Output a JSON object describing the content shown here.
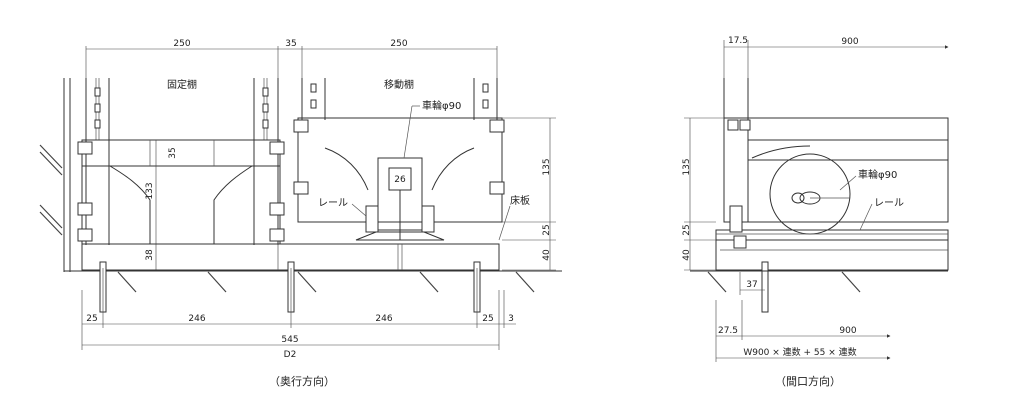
{
  "front": {
    "labels": {
      "fixed_shelf": "固定棚",
      "mobile_shelf": "移動棚",
      "wheel": "車輪φ90",
      "rail": "レール",
      "floor_plate": "床板"
    },
    "dims": {
      "top_250_left": "250",
      "top_35": "35",
      "top_250_right": "250",
      "v_35": "35",
      "v_133": "133",
      "v_38": "38",
      "v_26": "26",
      "v_135": "135",
      "v_25": "25",
      "v_40": "40",
      "b_25_left": "25",
      "b_246_left": "246",
      "b_246_right": "246",
      "b_25_right": "25",
      "b_3": "3",
      "total_545": "545",
      "d2": "D2"
    },
    "caption": "（奥行方向）"
  },
  "side": {
    "labels": {
      "wheel": "車輪φ90",
      "rail": "レール"
    },
    "dims": {
      "top_17_5": "17.5",
      "top_900": "900",
      "v_135": "135",
      "v_25": "25",
      "v_40": "40",
      "h_37": "37",
      "b_27_5": "27.5",
      "b_900": "900",
      "formula": "W900 × 連数 + 55 × 連数"
    },
    "caption": "（間口方向）"
  }
}
